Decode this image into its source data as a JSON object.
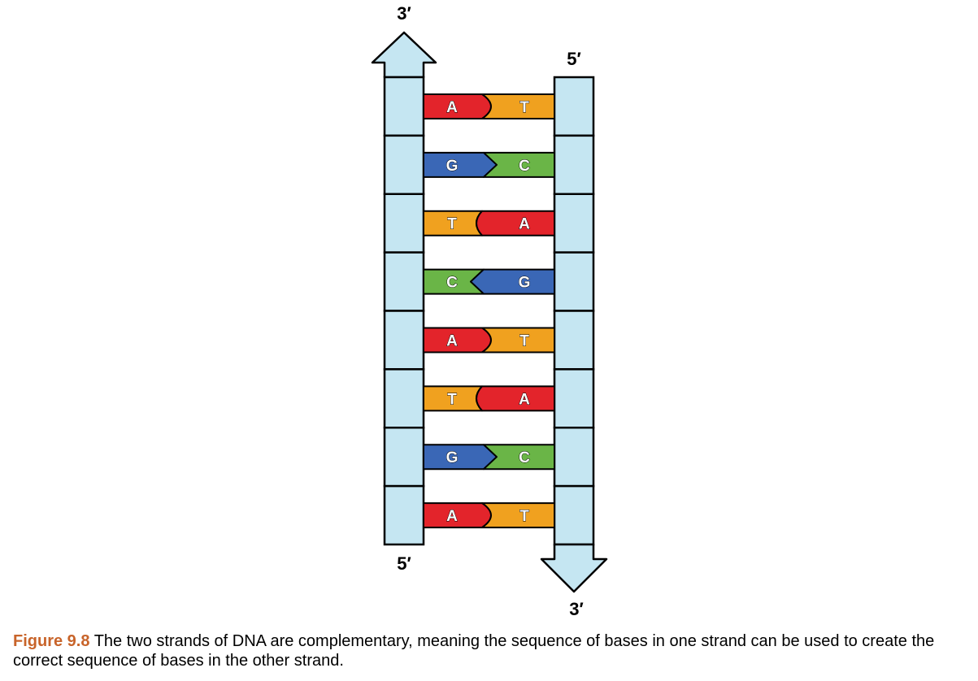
{
  "strands": {
    "left": {
      "top_label": "3′",
      "bottom_label": "5′",
      "direction": "up"
    },
    "right": {
      "top_label": "5′",
      "bottom_label": "3′",
      "direction": "down"
    }
  },
  "base_pairs": [
    {
      "left": "A",
      "right": "T"
    },
    {
      "left": "G",
      "right": "C"
    },
    {
      "left": "T",
      "right": "A"
    },
    {
      "left": "C",
      "right": "G"
    },
    {
      "left": "A",
      "right": "T"
    },
    {
      "left": "T",
      "right": "A"
    },
    {
      "left": "G",
      "right": "C"
    },
    {
      "left": "A",
      "right": "T"
    }
  ],
  "base_colors": {
    "A": "#e3242b",
    "T": "#f0a11f",
    "G": "#3a67b6",
    "C": "#6ab547"
  },
  "backbone_color": "#c5e6f2",
  "caption": {
    "figure_number": "Figure 9.8",
    "text": "The two strands of DNA are complementary, meaning the sequence of bases in one strand can be used to create the correct sequence of bases in the other strand."
  }
}
